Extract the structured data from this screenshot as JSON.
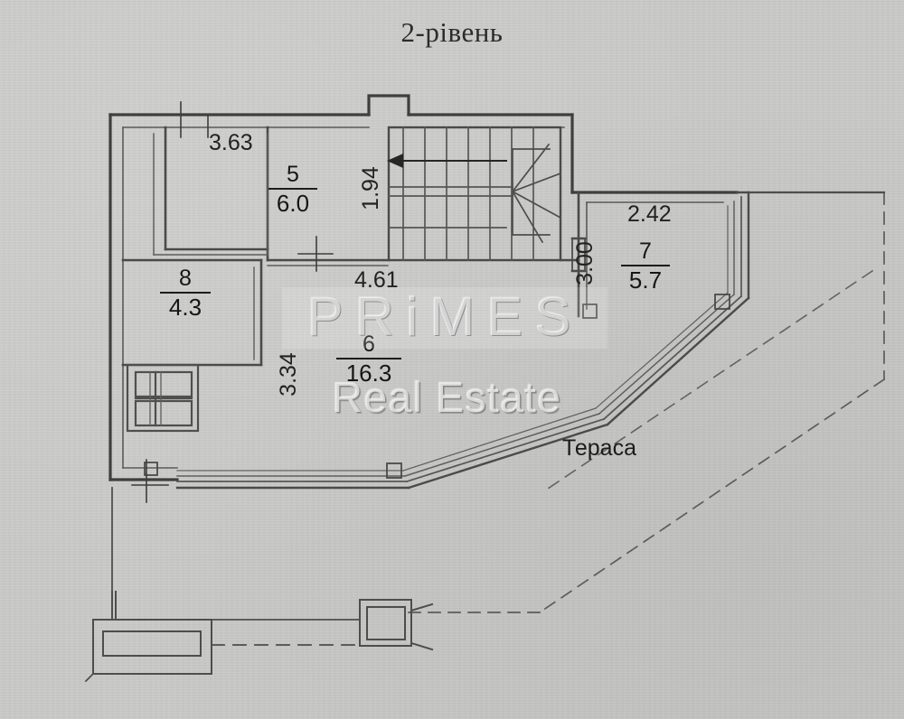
{
  "document": {
    "type": "floor-plan",
    "title": "2-рівень",
    "language": "uk"
  },
  "watermark": {
    "brand": "PRiMES",
    "tagline": "Real Estate"
  },
  "rooms": [
    {
      "number": "5",
      "area": "6.0"
    },
    {
      "number": "7",
      "area": "5.7"
    },
    {
      "number": "8",
      "area": "4.3"
    },
    {
      "number": "6",
      "area": "16.3"
    }
  ],
  "dimensions": {
    "top_left_width": "3.63",
    "stair_width": "1.94",
    "corridor_width": "4.61",
    "room7_width": "2.42",
    "room7_height": "3.00",
    "room6_height": "3.34"
  },
  "annotations": {
    "terrace": "Тераса"
  },
  "colors": {
    "paper": "#c9cac8",
    "ink": "#3a3a3a",
    "text": "#1f1f1f",
    "watermark": "#f8f8f8"
  }
}
